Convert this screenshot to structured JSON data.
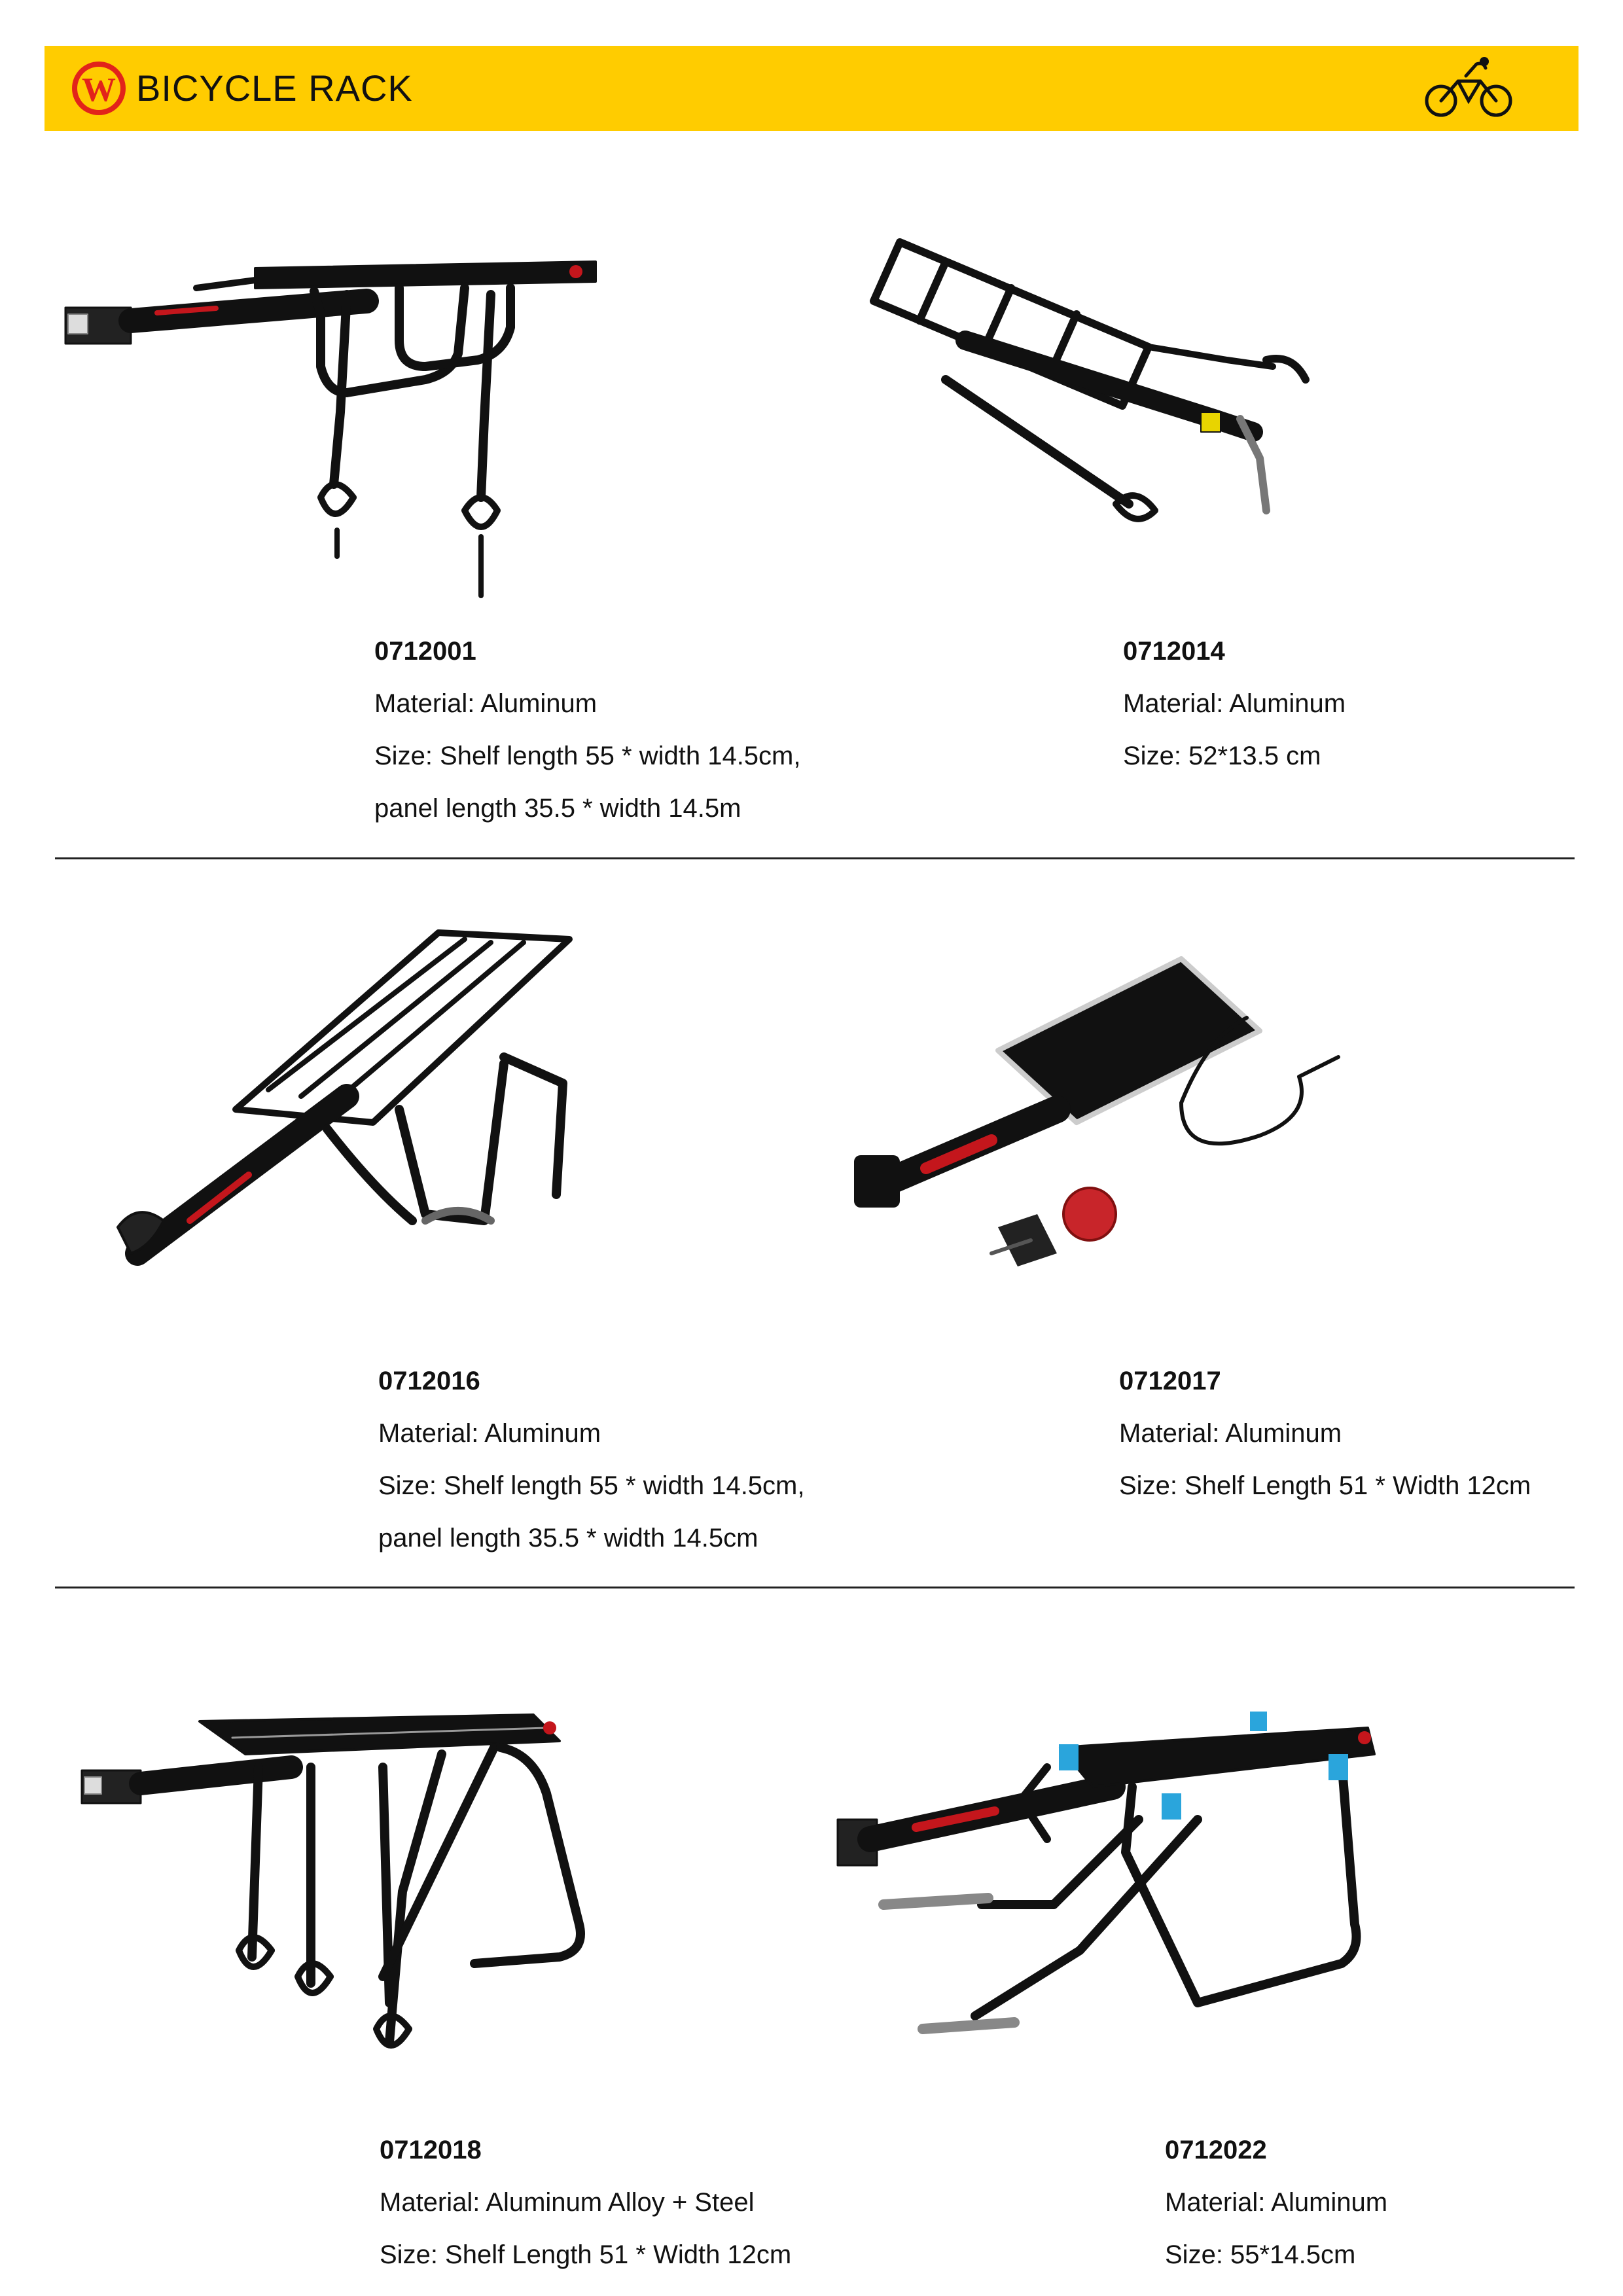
{
  "header": {
    "title": "BICYCLE RACK",
    "logo_letter": "W",
    "colors": {
      "band": "#ffcc00",
      "logo_red": "#e2231a"
    }
  },
  "products": [
    {
      "code": "0712001",
      "material": "Material:  Aluminum",
      "size": "Size: Shelf length 55 * width 14.5cm,",
      "size2": "panel length 35.5 * width 14.5m"
    },
    {
      "code": "0712014",
      "material": "Material:  Aluminum",
      "size": "Size: 52*13.5 cm"
    },
    {
      "code": "0712016",
      "material": "Material:  Aluminum",
      "size": "Size: Shelf length 55 * width 14.5cm,",
      "size2": "panel length 35.5 * width 14.5cm"
    },
    {
      "code": "0712017",
      "material": "Material: Aluminum",
      "size": "Size:  Shelf Length 51 * Width 12cm"
    },
    {
      "code": "0712018",
      "material": "Material:   Aluminum Alloy + Steel",
      "size": "Size: Shelf Length 51 * Width 12cm"
    },
    {
      "code": "0712022",
      "material": "Material:   Aluminum",
      "size": "Size:  55*14.5cm"
    }
  ],
  "icons": [
    "brand-logo-icon",
    "cyclist-icon"
  ]
}
